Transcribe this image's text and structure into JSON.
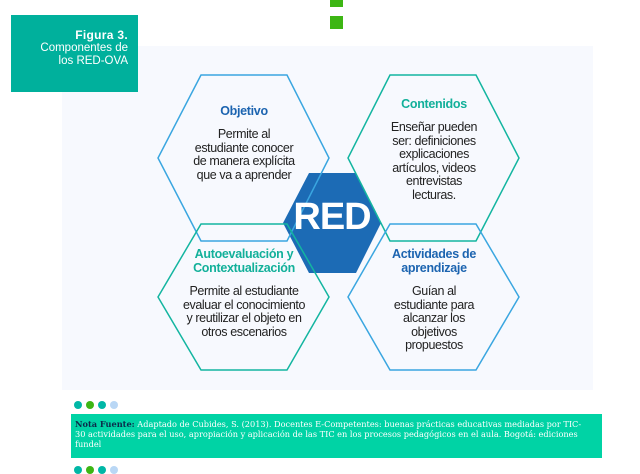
{
  "figure": {
    "number": "Figura  3.",
    "title": "Componentes de los RED-OVA",
    "title_line1": "Componentes de",
    "title_line2": "los RED-OVA",
    "box_color": "#00b09c"
  },
  "decor": {
    "green_squares_color": "#3db614",
    "dots_colors": [
      "#00b7a6",
      "#3db614",
      "#00b7a6",
      "#b9d7f5"
    ]
  },
  "diagram": {
    "center_label": "RED",
    "center_color": "#1c6bb5",
    "hexagons": [
      {
        "position": "top-left",
        "title": "Objetivo",
        "title_color": "#1c64b0",
        "border_color": "#3aa6e0",
        "body_lines": [
          "Permite al",
          "estudiante conocer",
          "de manera explícita",
          "que va a aprender"
        ]
      },
      {
        "position": "top-right",
        "title": "Contenidos",
        "title_color": "#12b09a",
        "border_color": "#13b5a0",
        "body_lines": [
          "Enseñar pueden",
          "ser: definiciones",
          "explicaciones",
          "artículos, videos",
          "entrevistas",
          "lecturas."
        ]
      },
      {
        "position": "bottom-left",
        "title_lines": [
          "Autoevaluación y",
          "Contextualización"
        ],
        "title_color": "#12b09a",
        "border_color": "#13b5a0",
        "body_lines": [
          "Permite al estudiante",
          "evaluar el conocimiento",
          "y reutilizar el objeto  en",
          "otros escenarios"
        ]
      },
      {
        "position": "bottom-right",
        "title_lines": [
          "Actividades de",
          "aprendizaje"
        ],
        "title_color": "#1c64b0",
        "border_color": "#3aa6e0",
        "body_lines": [
          "Guían al",
          "estudiante para",
          "alcanzar los",
          "objetivos",
          "propuestos"
        ]
      }
    ]
  },
  "note": {
    "label": "Nota Fuente:",
    "line1": " Adaptado de Cubides, S.  (2013). Docentes E-Competentes: buenas prácticas educativas mediadas por TIC-",
    "line2": "30 actividades para el uso, apropiación y aplicación de las TIC en los procesos pedagógicos en el aula. Bogotá: ediciones",
    "line3": "fundel",
    "background": "#00d3a5"
  }
}
